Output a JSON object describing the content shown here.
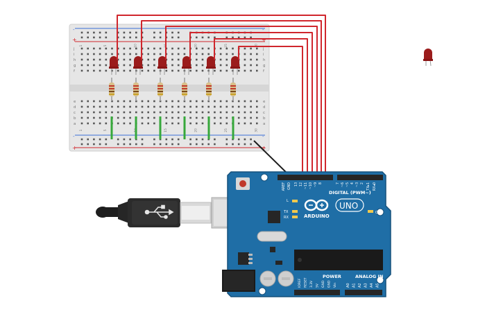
{
  "colors": {
    "board": "#1f6ea6",
    "board_dark": "#15507b",
    "header": "#262626",
    "wire": "#d0262c",
    "wire_black": "#1a1a1a",
    "led": "#9b1c1c",
    "breadboard": "#e8e8e8",
    "jumper": "#36a83b",
    "resistor": "#d8c08a",
    "usb_plug": "#2a2a2a"
  },
  "breadboard": {
    "row_letters_top": [
      "j",
      "i",
      "h",
      "g",
      "f"
    ],
    "row_letters_bottom": [
      "e",
      "d",
      "c",
      "b",
      "a"
    ],
    "col_numbers": [
      "1",
      "5",
      "10",
      "15",
      "20",
      "25",
      "30"
    ],
    "plus_label": "+",
    "minus_label": "-"
  },
  "arduino": {
    "model_label": "UNO",
    "brand_label": "ARDUINO",
    "digital_label": "DIGITAL (PWM~)",
    "power_label": "POWER",
    "analog_label": "ANALOG IN",
    "on_label": "ON",
    "l_label": "L",
    "tx_label": "TX",
    "rx_label": "RX",
    "pin_labels_top": [
      "AREF",
      "GND",
      "13",
      "12",
      "~11",
      "~10",
      "~9",
      "8",
      "7",
      "~6",
      "~5",
      "4",
      "~3",
      "2",
      "TX▸1",
      "RX◂0"
    ],
    "pin_labels_power": [
      "IOREF",
      "RESET",
      "3.3V",
      "5V",
      "GND",
      "GND",
      "Vin"
    ],
    "pin_labels_analog": [
      "A0",
      "A1",
      "A2",
      "A3",
      "A4",
      "A5"
    ]
  },
  "components": {
    "led_count": 6,
    "spare_led": "led"
  }
}
